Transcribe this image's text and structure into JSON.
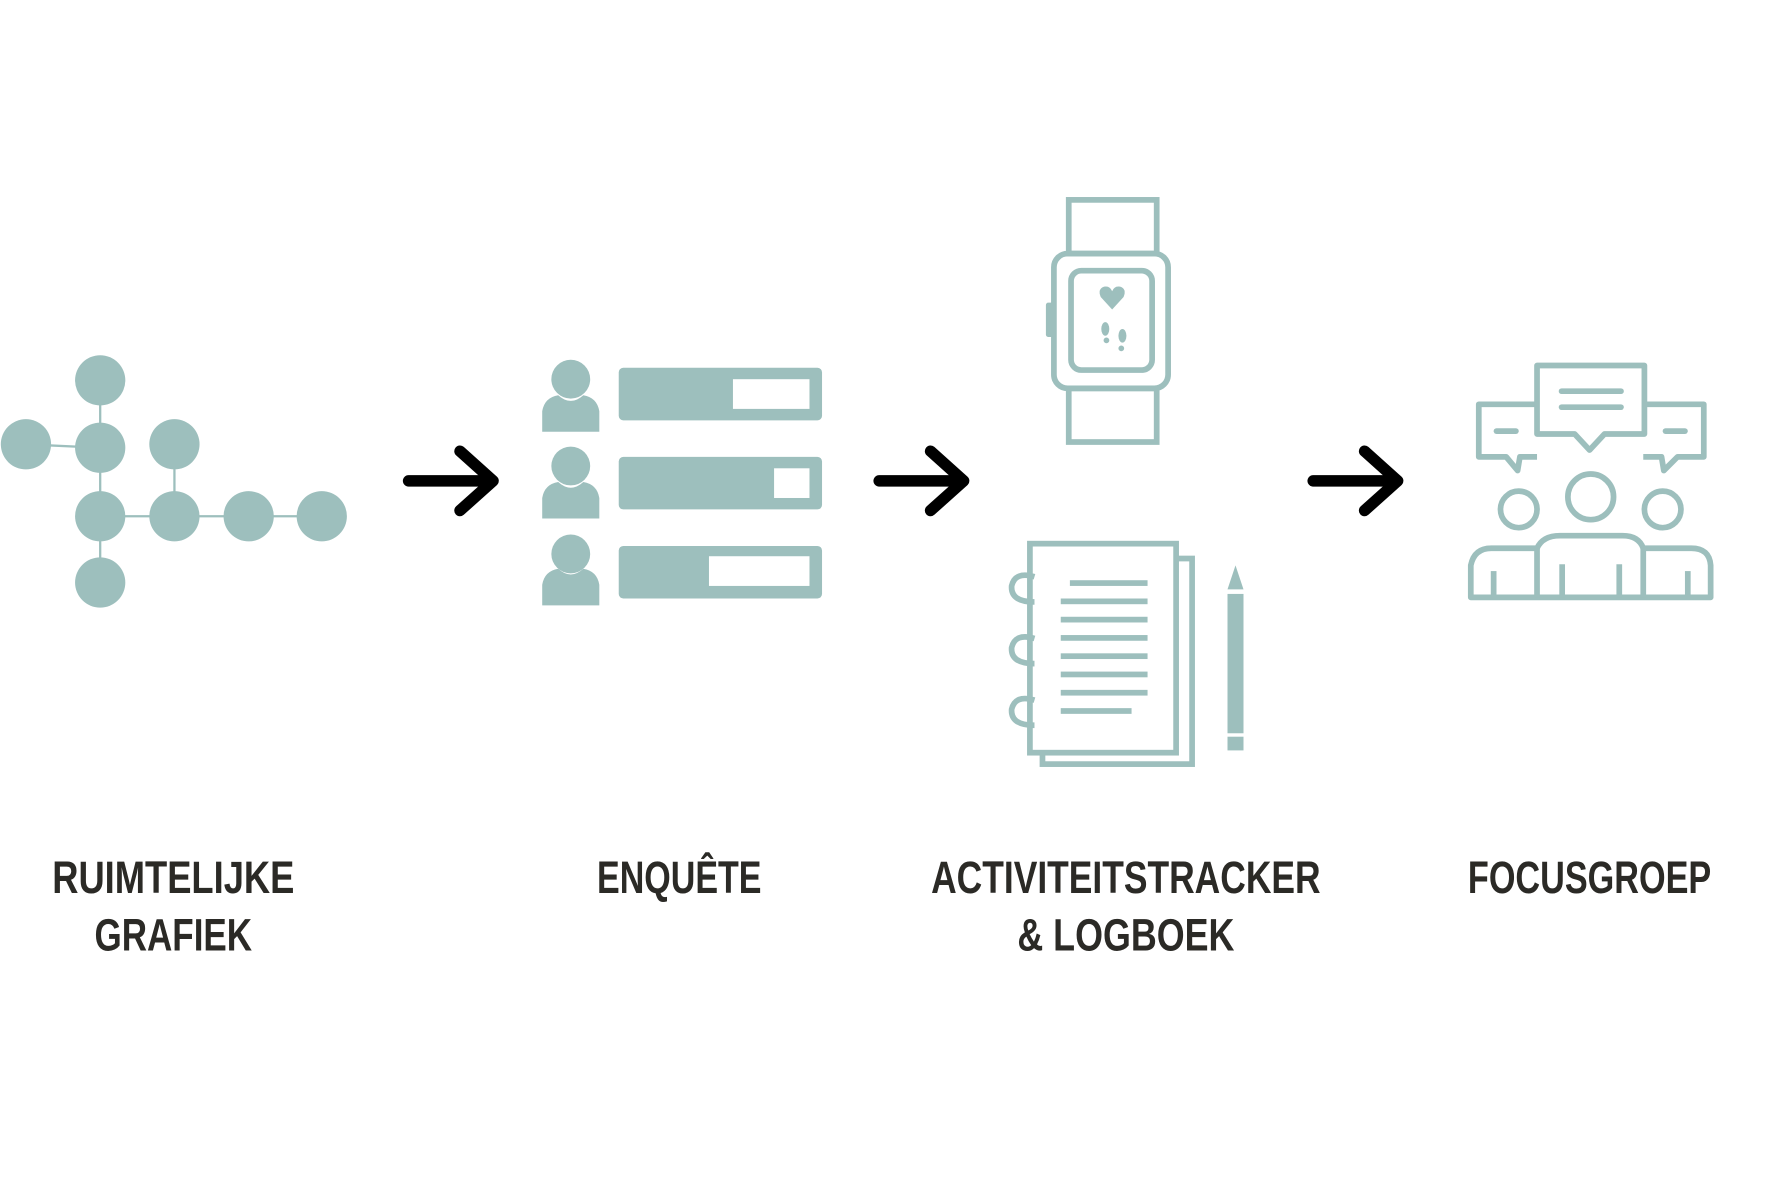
{
  "colors": {
    "icon": "#9dbfbd",
    "arrow": "#000000",
    "text": "#2b2a26",
    "background": "#ffffff"
  },
  "steps": [
    {
      "icon": "network-graph-icon",
      "label_lines": [
        "RUIMTELIJKE",
        "GRAFIEK"
      ]
    },
    {
      "icon": "survey-icon",
      "label_lines": [
        "ENQUÊTE"
      ]
    },
    {
      "icon": "smartwatch-and-notebook-icon",
      "label_lines": [
        "ACTIVITEITSTRACKER",
        "& LOGBOEK"
      ]
    },
    {
      "icon": "focus-group-icon",
      "label_lines": [
        "FOCUSGROEP"
      ]
    }
  ],
  "connector_icon": "arrow-right-icon"
}
